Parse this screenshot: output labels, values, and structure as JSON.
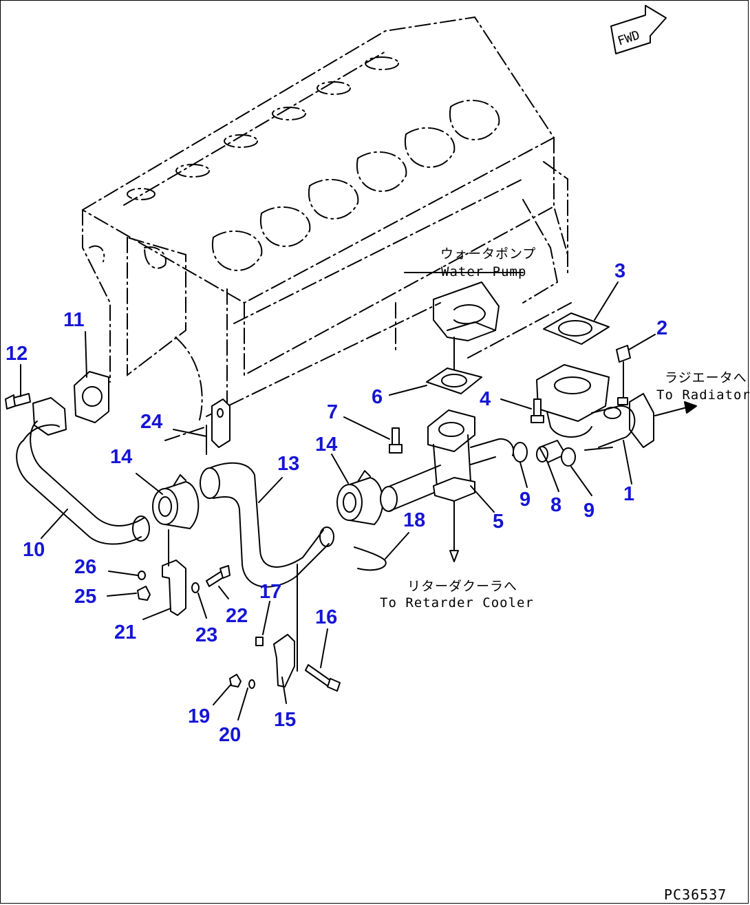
{
  "diagram": {
    "part_numbers": [
      "1",
      "2",
      "3",
      "4",
      "5",
      "6",
      "7",
      "8",
      "9",
      "9",
      "10",
      "11",
      "12",
      "13",
      "14",
      "14",
      "15",
      "16",
      "17",
      "18",
      "19",
      "20",
      "21",
      "22",
      "23",
      "24",
      "25",
      "26"
    ],
    "labels": {
      "water_pump_jp": "ウォータポンプ",
      "water_pump_en": "Water Pump",
      "radiator_jp": "ラジエータへ",
      "radiator_en": "To Radiator",
      "retarder_jp": "リターダクーラへ",
      "retarder_en": "To Retarder Cooler",
      "fwd": "FWD",
      "drawing_code": "PC36537"
    },
    "colors": {
      "callout": "#1515d6",
      "line": "#000000",
      "background": "#ffffff"
    }
  }
}
